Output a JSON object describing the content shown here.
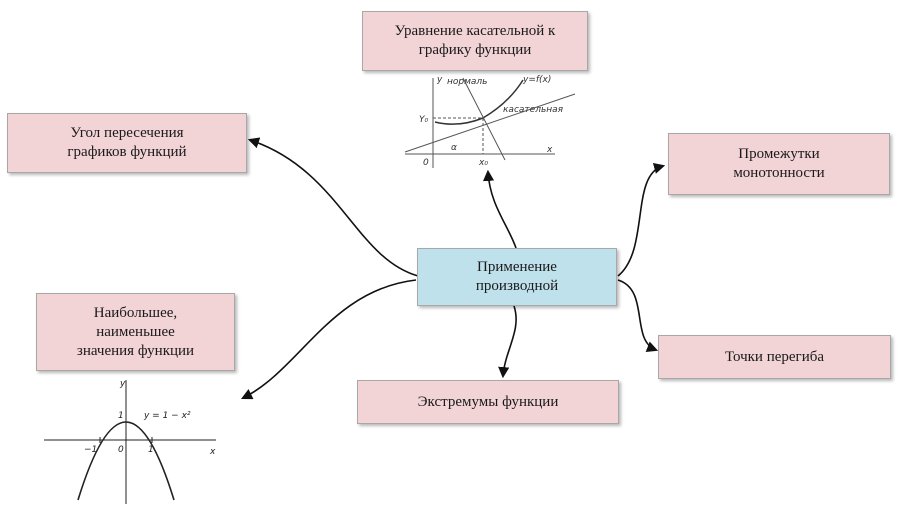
{
  "center": {
    "label": "Применение\nпроизводной"
  },
  "nodes": {
    "tangent": {
      "label": "Уравнение касательной к\nграфику функции"
    },
    "angle": {
      "label": "Угол пересечения\nграфиков функций"
    },
    "monotonicity": {
      "label": "Промежутки\nмонотонности"
    },
    "inflection": {
      "label": "Точки перегиба"
    },
    "extrema": {
      "label": "Экстремумы функции"
    },
    "minmax": {
      "label": "Наибольшее,\nнаименьшее\nзначения функции"
    }
  },
  "tangent_figure": {
    "normal_label": "нормаль",
    "curve_label": "y=f(x)",
    "tangent_label": "касательная",
    "y_axis": "y",
    "x_axis": "x",
    "origin": "0",
    "x0": "x₀",
    "y0": "Y₀",
    "alpha": "α"
  },
  "parabola_figure": {
    "equation": "y = 1 − x²",
    "y_axis": "y",
    "x_axis": "x",
    "tick_neg1": "−1",
    "tick_pos1": "1",
    "tick_y1": "1",
    "origin": "0"
  },
  "colors": {
    "node_fill": "#f2d3d6",
    "center_fill": "#bfe1ec",
    "connector": "#111111"
  }
}
